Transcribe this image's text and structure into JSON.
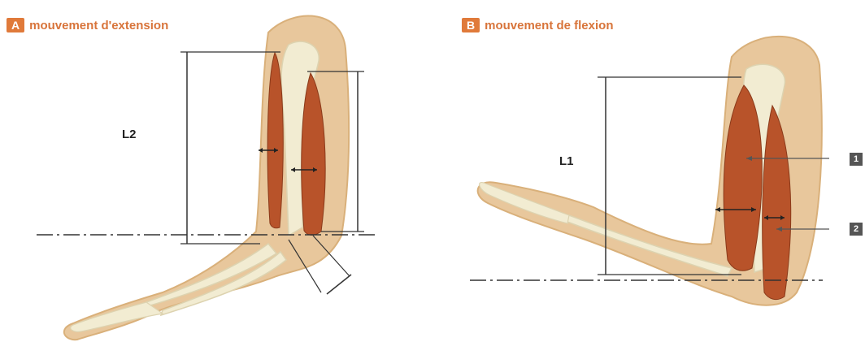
{
  "panel_a": {
    "badge": "A",
    "title": "mouvement d'extension",
    "length_label": "L2"
  },
  "panel_b": {
    "badge": "B",
    "title": "mouvement de flexion",
    "length_label": "L1",
    "callouts": [
      "1",
      "2"
    ]
  },
  "colors": {
    "skin": "#e8c79c",
    "skin_outline": "#d9b07a",
    "bone": "#f2ecd2",
    "muscle": "#b8532a",
    "accent": "#e07a3a",
    "line": "#333333"
  }
}
